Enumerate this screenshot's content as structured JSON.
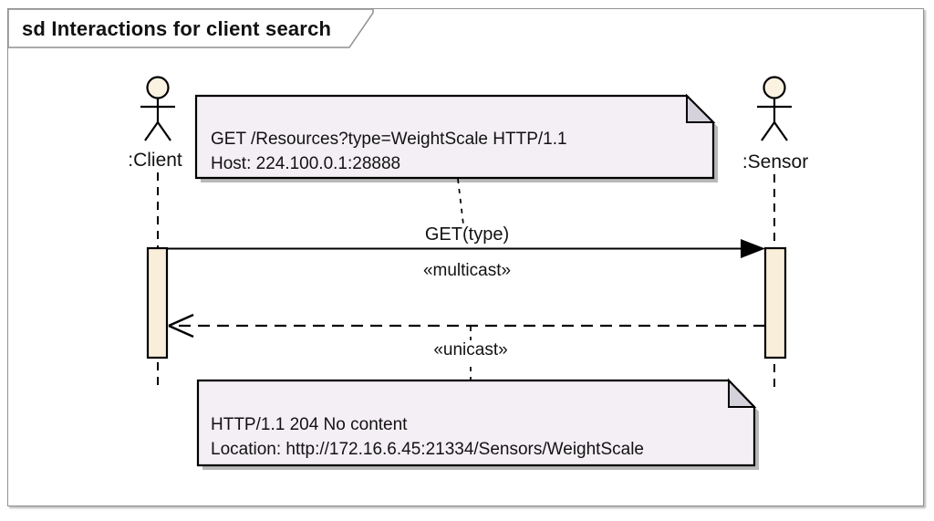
{
  "frame": {
    "title": "sd Interactions for client search"
  },
  "actors": {
    "client": {
      "label": ":Client"
    },
    "sensor": {
      "label": ":Sensor"
    }
  },
  "messages": {
    "request": {
      "label": "GET(type)",
      "stereotype": "«multicast»"
    },
    "reply": {
      "stereotype": "«unicast»"
    }
  },
  "notes": {
    "request_note": {
      "lines": {
        "0": "GET /Resources?type=WeightScale HTTP/1.1",
        "1": "Host: 224.100.0.1:28888"
      }
    },
    "reply_note": {
      "lines": {
        "0": "HTTP/1.1 204 No content",
        "1": "Location: http://172.16.6.45:21334/Sensors/WeightScale"
      }
    }
  },
  "colors": {
    "note_fill": "#f4eff5",
    "note_fold_fill": "#d6d2dc",
    "activation_fill": "#f9eeda",
    "actor_head_fill": "#fcf2e2",
    "line": "#000000",
    "frame_border": "#929292",
    "shadow": "#b9b9b9",
    "title_fill": "#ffffff"
  }
}
